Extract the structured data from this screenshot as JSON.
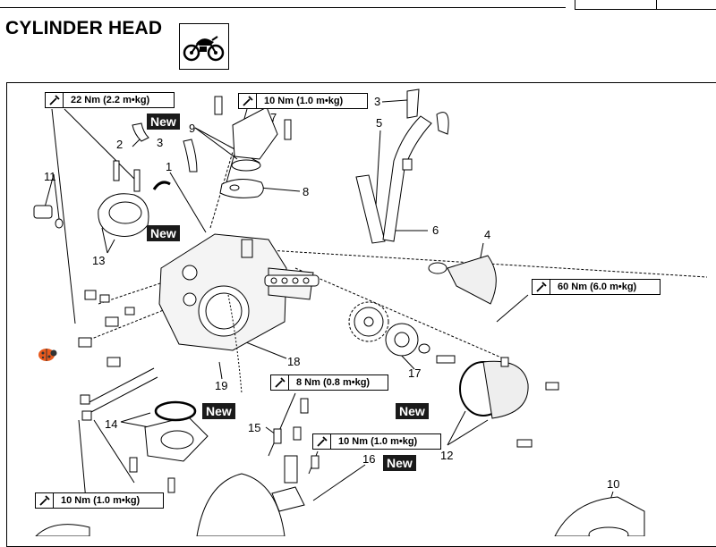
{
  "page": {
    "title": "CYLINDER HEAD",
    "section_icon": "motorcycle-icon"
  },
  "torque_specs": [
    {
      "id": "t1",
      "value": "22 Nm (2.2 m•kg)"
    },
    {
      "id": "t2",
      "value": "10 Nm (1.0 m•kg)"
    },
    {
      "id": "t3",
      "value": "60 Nm (6.0 m•kg)"
    },
    {
      "id": "t4",
      "value": "8 Nm (0.8 m•kg)"
    },
    {
      "id": "t5",
      "value": "10 Nm (1.0 m•kg)"
    },
    {
      "id": "t6",
      "value": "10 Nm (1.0 m•kg)"
    }
  ],
  "new_badge": "New",
  "callouts": {
    "c1": "1",
    "c2": "2",
    "c3a": "3",
    "c3b": "3",
    "c4": "4",
    "c5": "5",
    "c6": "6",
    "c7": "7",
    "c8": "8",
    "c9": "9",
    "c10": "10",
    "c11": "11",
    "c12": "12",
    "c13": "13",
    "c14": "14",
    "c15": "15",
    "c16": "16",
    "c17": "17",
    "c18": "18",
    "c19": "19"
  },
  "colors": {
    "ink": "#000000",
    "badge_bg": "#1a1a1a",
    "badge_text": "#ffffff",
    "ladybug": "#e8591c"
  }
}
